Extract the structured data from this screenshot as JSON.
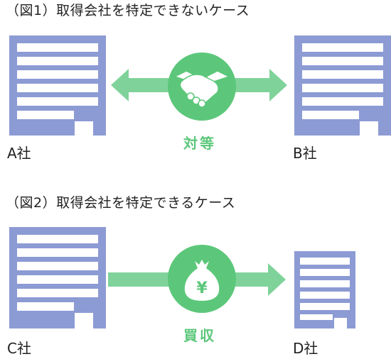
{
  "case1": {
    "heading": "（図1）取得会社を特定できないケース",
    "left_company": "A社",
    "right_company": "B社",
    "relation": "対等",
    "center_icon": "handshake-icon"
  },
  "case2": {
    "heading": "（図2）取得会社を特定できるケース",
    "left_company": "C社",
    "right_company": "D社",
    "relation": "買収",
    "center_icon": "yen-money-bag-icon",
    "money_symbol": "¥"
  },
  "colors": {
    "building": "#8c9bd4",
    "arrow": "#7fd39a",
    "circle": "#5cc77a",
    "label_green": "#5cc77a"
  }
}
